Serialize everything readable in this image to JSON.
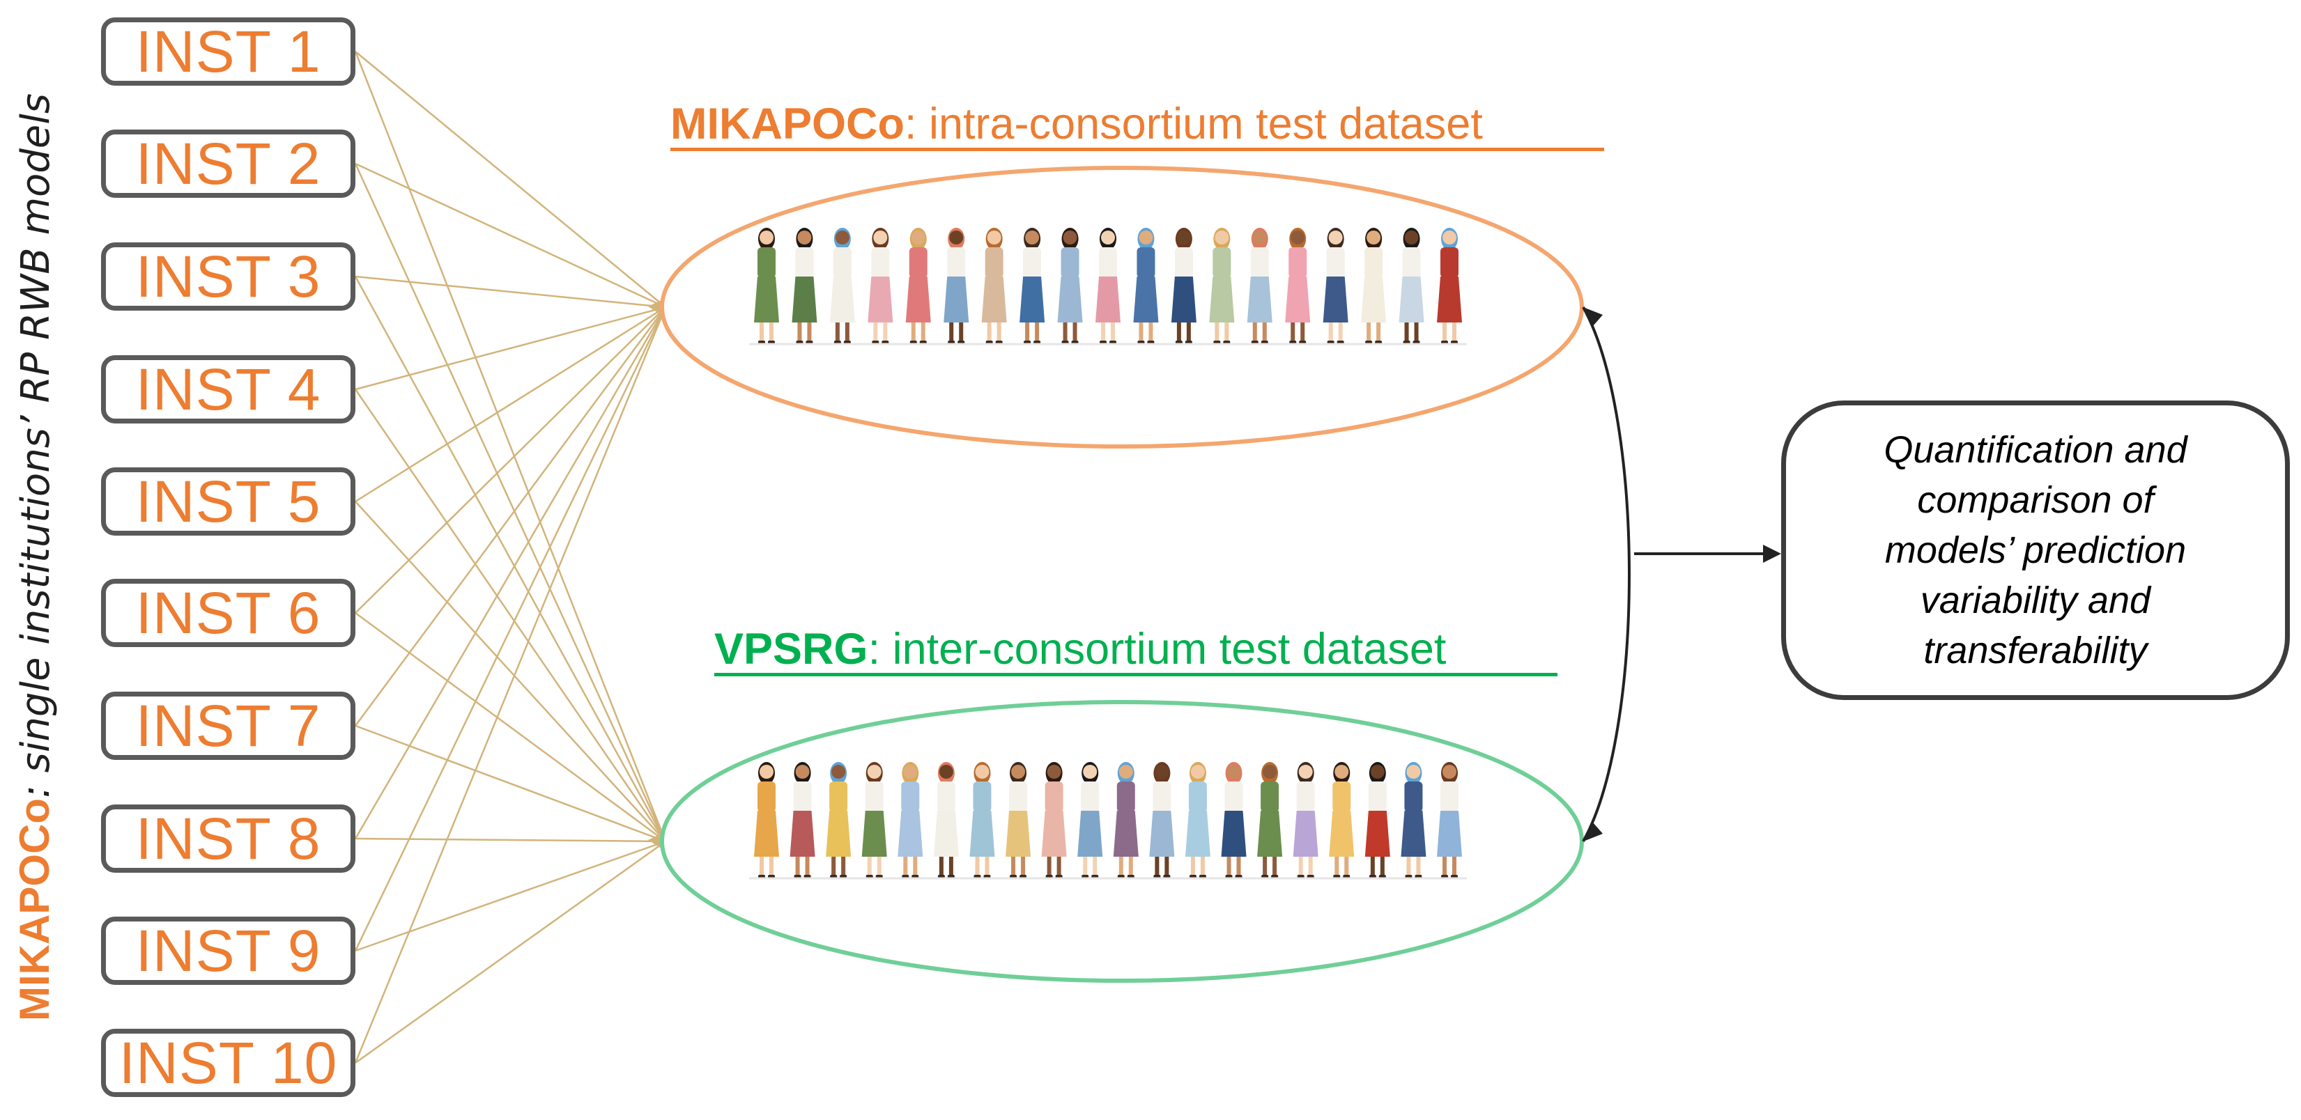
{
  "institutions": [
    "INST 1",
    "INST 2",
    "INST 3",
    "INST 4",
    "INST 5",
    "INST 6",
    "INST 7",
    "INST 8",
    "INST 9",
    "INST 10"
  ],
  "side_label": {
    "org": "MIKAPOCo",
    "rest": ": single institutions’ RP RWB models"
  },
  "intra": {
    "org": "MIKAPOCo",
    "rest": ": intra-consortium test dataset",
    "color": "#ed7d31"
  },
  "inter": {
    "org": "VPSRG",
    "rest": ": inter-consortium test dataset",
    "color": "#00b050"
  },
  "result": {
    "lines": [
      "Quantification and",
      "comparison of",
      "models’ prediction",
      "variability and",
      "transferability"
    ]
  },
  "colors": {
    "connector": "#d2b47a",
    "intra_ellipse": "#f4a66e",
    "inter_ellipse": "#6fcf97",
    "arrow": "#222222"
  }
}
